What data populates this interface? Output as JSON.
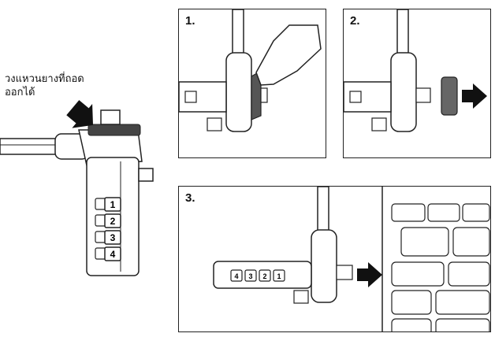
{
  "caption": {
    "line1": "วงแหวนยางที่ถอด",
    "line2": "ออกได้"
  },
  "main_lock": {
    "dial_digits": [
      "1",
      "2",
      "3",
      "4"
    ]
  },
  "steps": [
    {
      "label": "1."
    },
    {
      "label": "2."
    },
    {
      "label": "3."
    }
  ],
  "step3_lock": {
    "dial_digits": [
      "4",
      "3",
      "2",
      "1"
    ]
  }
}
